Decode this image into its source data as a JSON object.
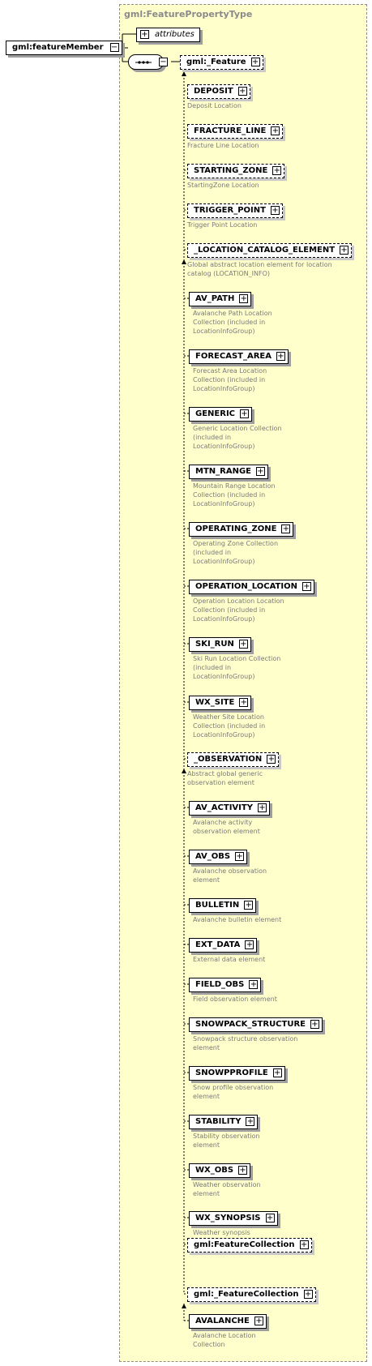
{
  "title": "gml:FeaturePropertyType",
  "root": "gml:featureMember",
  "attributes": "attributes",
  "base": "gml:_Feature",
  "elements": [
    {
      "name": "DEPOSIT",
      "desc": "Deposit Location"
    },
    {
      "name": "FRACTURE_LINE",
      "desc": "Fracture Line Location"
    },
    {
      "name": "STARTING_ZONE",
      "desc": "StartingZone Location"
    },
    {
      "name": "TRIGGER_POINT",
      "desc": "Trigger Point Location"
    },
    {
      "name": "_LOCATION_CATALOG_ELEMENT",
      "desc": "Global abstract location element for location\ncatalog (LOCATION_INFO)"
    },
    {
      "name": "AV_PATH",
      "desc": "Avalanche Path Location\nCollection (included in\nLocationInfoGroup)"
    },
    {
      "name": "FORECAST_AREA",
      "desc": "Forecast Area Location\nCollection (included in\nLocationInfoGroup)"
    },
    {
      "name": "GENERIC",
      "desc": "Generic Location Collection\n(included in\nLocationInfoGroup)"
    },
    {
      "name": "MTN_RANGE",
      "desc": "Mountain Range Location\nCollection (included in\nLocationInfoGroup)"
    },
    {
      "name": "OPERATING_ZONE",
      "desc": "Operating Zone Collection\n(included in\nLocationInfoGroup)"
    },
    {
      "name": "OPERATION_LOCATION",
      "desc": "Operation Location Location\nCollection (included in\nLocationInfoGroup)"
    },
    {
      "name": "SKI_RUN",
      "desc": "Ski Run Location Collection\n(included in\nLocationInfoGroup)"
    },
    {
      "name": "WX_SITE",
      "desc": "Weather Site Location\nCollection (included in\nLocationInfoGroup)"
    },
    {
      "name": "_OBSERVATION",
      "desc": "Abstract global generic\nobservation element"
    },
    {
      "name": "AV_ACTIVITY",
      "desc": "Avalanche activity\nobservation element"
    },
    {
      "name": "AV_OBS",
      "desc": "Avalanche observation\nelement"
    },
    {
      "name": "BULLETIN",
      "desc": "Avalanche bulletin element"
    },
    {
      "name": "EXT_DATA",
      "desc": "External data element"
    },
    {
      "name": "FIELD_OBS",
      "desc": "Field observation element"
    },
    {
      "name": "SNOWPACK_STRUCTURE",
      "desc": "Snowpack structure observation\nelement"
    },
    {
      "name": "SNOWPPROFILE",
      "desc": "Snow profile observation\nelement"
    },
    {
      "name": "STABILITY",
      "desc": "Stability observation\nelement"
    },
    {
      "name": "WX_OBS",
      "desc": "Weather observation\nelement"
    },
    {
      "name": "WX_SYNOPSIS",
      "desc": "Weather synopsis\nobservation element"
    },
    {
      "name": "gml:FeatureCollection",
      "desc": ""
    },
    {
      "name": "gml:_FeatureCollection",
      "desc": ""
    },
    {
      "name": "AVALANCHE",
      "desc": "Avalanche Location\nCollection"
    }
  ]
}
